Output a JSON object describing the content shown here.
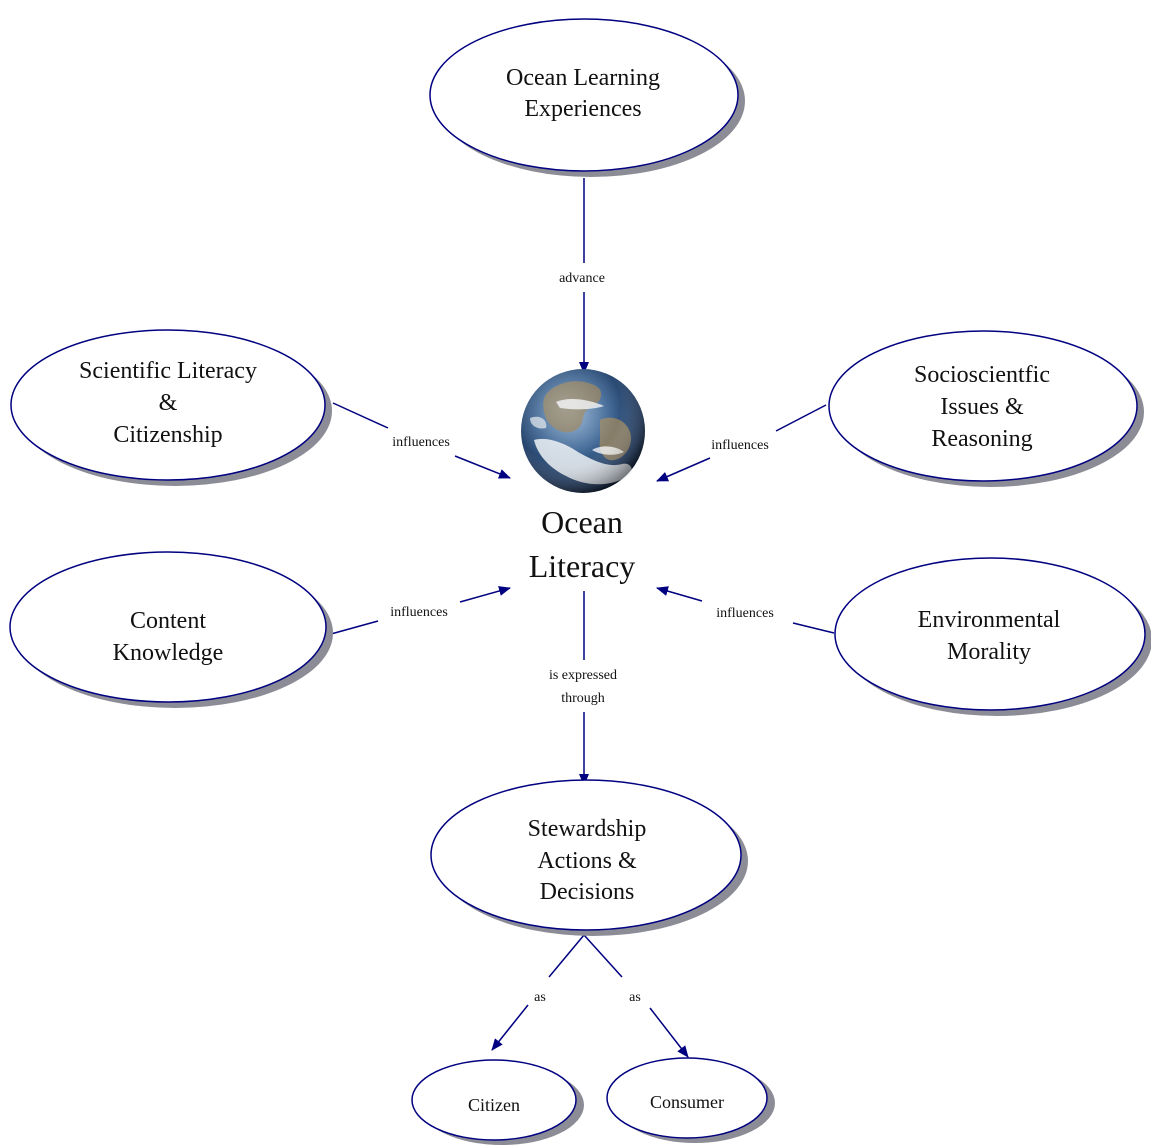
{
  "diagram": {
    "center": {
      "label_lines": [
        "Ocean",
        "Literacy"
      ],
      "icon": "earth-globe-icon"
    },
    "nodes": {
      "ocean_learning": [
        "Ocean Learning",
        "Experiences"
      ],
      "scientific_literacy": [
        "Scientific Literacy",
        "&",
        "Citizenship"
      ],
      "socioscientific": [
        "Socioscientfic",
        "Issues &",
        "Reasoning"
      ],
      "content_knowledge": [
        "Content",
        "Knowledge"
      ],
      "environmental_morality": [
        "Environmental",
        "Morality"
      ],
      "stewardship": [
        "Stewardship",
        "Actions &",
        "Decisions"
      ],
      "citizen": [
        "Citizen"
      ],
      "consumer": [
        "Consumer"
      ]
    },
    "edges": {
      "advance": [
        "advance"
      ],
      "influences_sci": [
        "influences"
      ],
      "influences_socio": [
        "influences"
      ],
      "influences_content": [
        "influences"
      ],
      "influences_env": [
        "influences"
      ],
      "expressed": [
        "is expressed",
        "through"
      ],
      "as_citizen": [
        "as"
      ],
      "as_consumer": [
        "as"
      ]
    },
    "colors": {
      "line": "#000080",
      "ellipse_border": "#000080",
      "shadow": "#8c8c96",
      "text": "#111111"
    }
  }
}
